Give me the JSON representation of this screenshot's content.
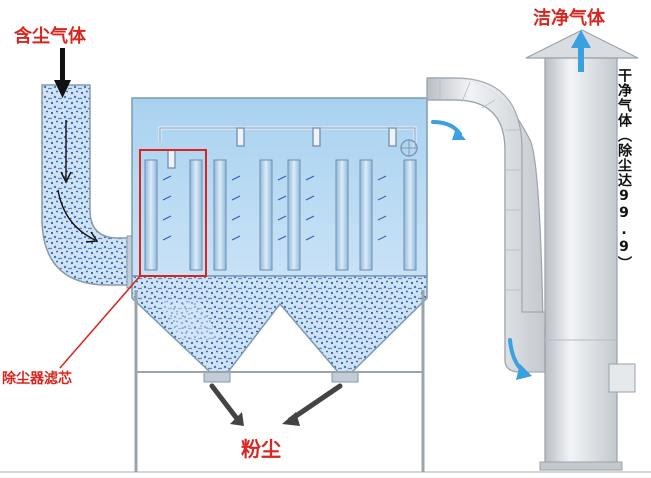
{
  "labels": {
    "dusty_gas": "含尘气体",
    "clean_gas": "洁净气体",
    "purified_gas": "干净气体（除尘达99.9）",
    "filter_cartridge": "除尘器滤芯",
    "dust": "粉尘"
  },
  "colors": {
    "label_red": "#d8261f",
    "box_blue": "#a9d2f0",
    "dust_blue": "#2a5fb0",
    "duct_gray": "#d9dde2",
    "flow_arrow": "#3aa0e0"
  },
  "icons": {
    "inlet_arrow": "down-arrow-icon",
    "outlet_arrow": "up-arrow-icon",
    "dust_arrows": "diagonal-arrow-icon",
    "flow_arrows": "curved-arrow-icon"
  }
}
